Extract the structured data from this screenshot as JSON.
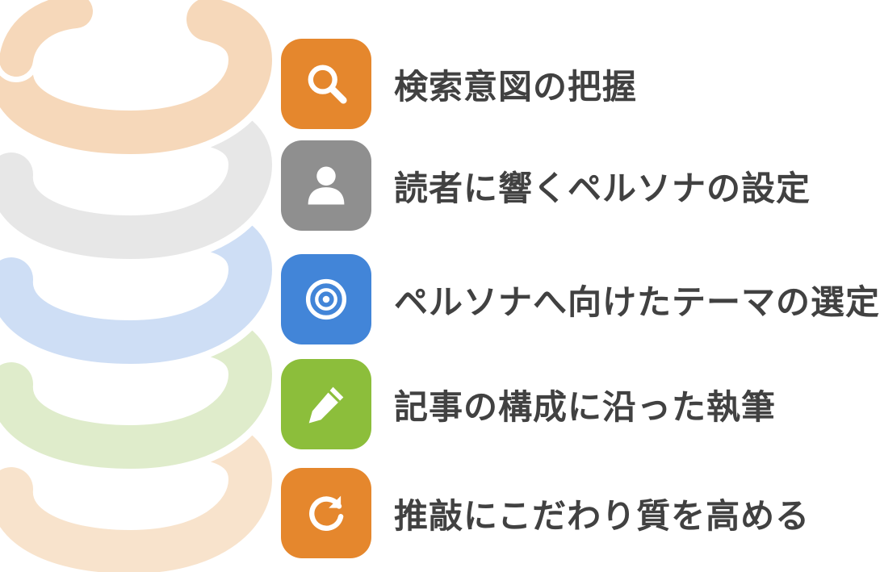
{
  "figure": {
    "description_label": "spiral-coil-5-step-infographic"
  },
  "spiral": {
    "loop_colors": [
      "#f8e3cc",
      "#dfeccb",
      "#cedef5",
      "#e7e7e7",
      "#f6d8ba"
    ],
    "tip_color": "#f6d8ba",
    "gap_color": "#ffffff"
  },
  "steps": [
    {
      "label": "検索意図の把握",
      "color": "#e5872d",
      "icon": "search-icon"
    },
    {
      "label": "読者に響くペルソナの設定",
      "color": "#8f8f8f",
      "icon": "person-icon"
    },
    {
      "label": "ペルソナへ向けたテーマの選定",
      "color": "#4285d8",
      "icon": "target-icon"
    },
    {
      "label": "記事の構成に沿った執筆",
      "color": "#8cbe3b",
      "icon": "pencil-icon"
    },
    {
      "label": "推敲にこだわり質を高める",
      "color": "#e5872d",
      "icon": "refresh-icon"
    }
  ],
  "text_color": "#414141"
}
